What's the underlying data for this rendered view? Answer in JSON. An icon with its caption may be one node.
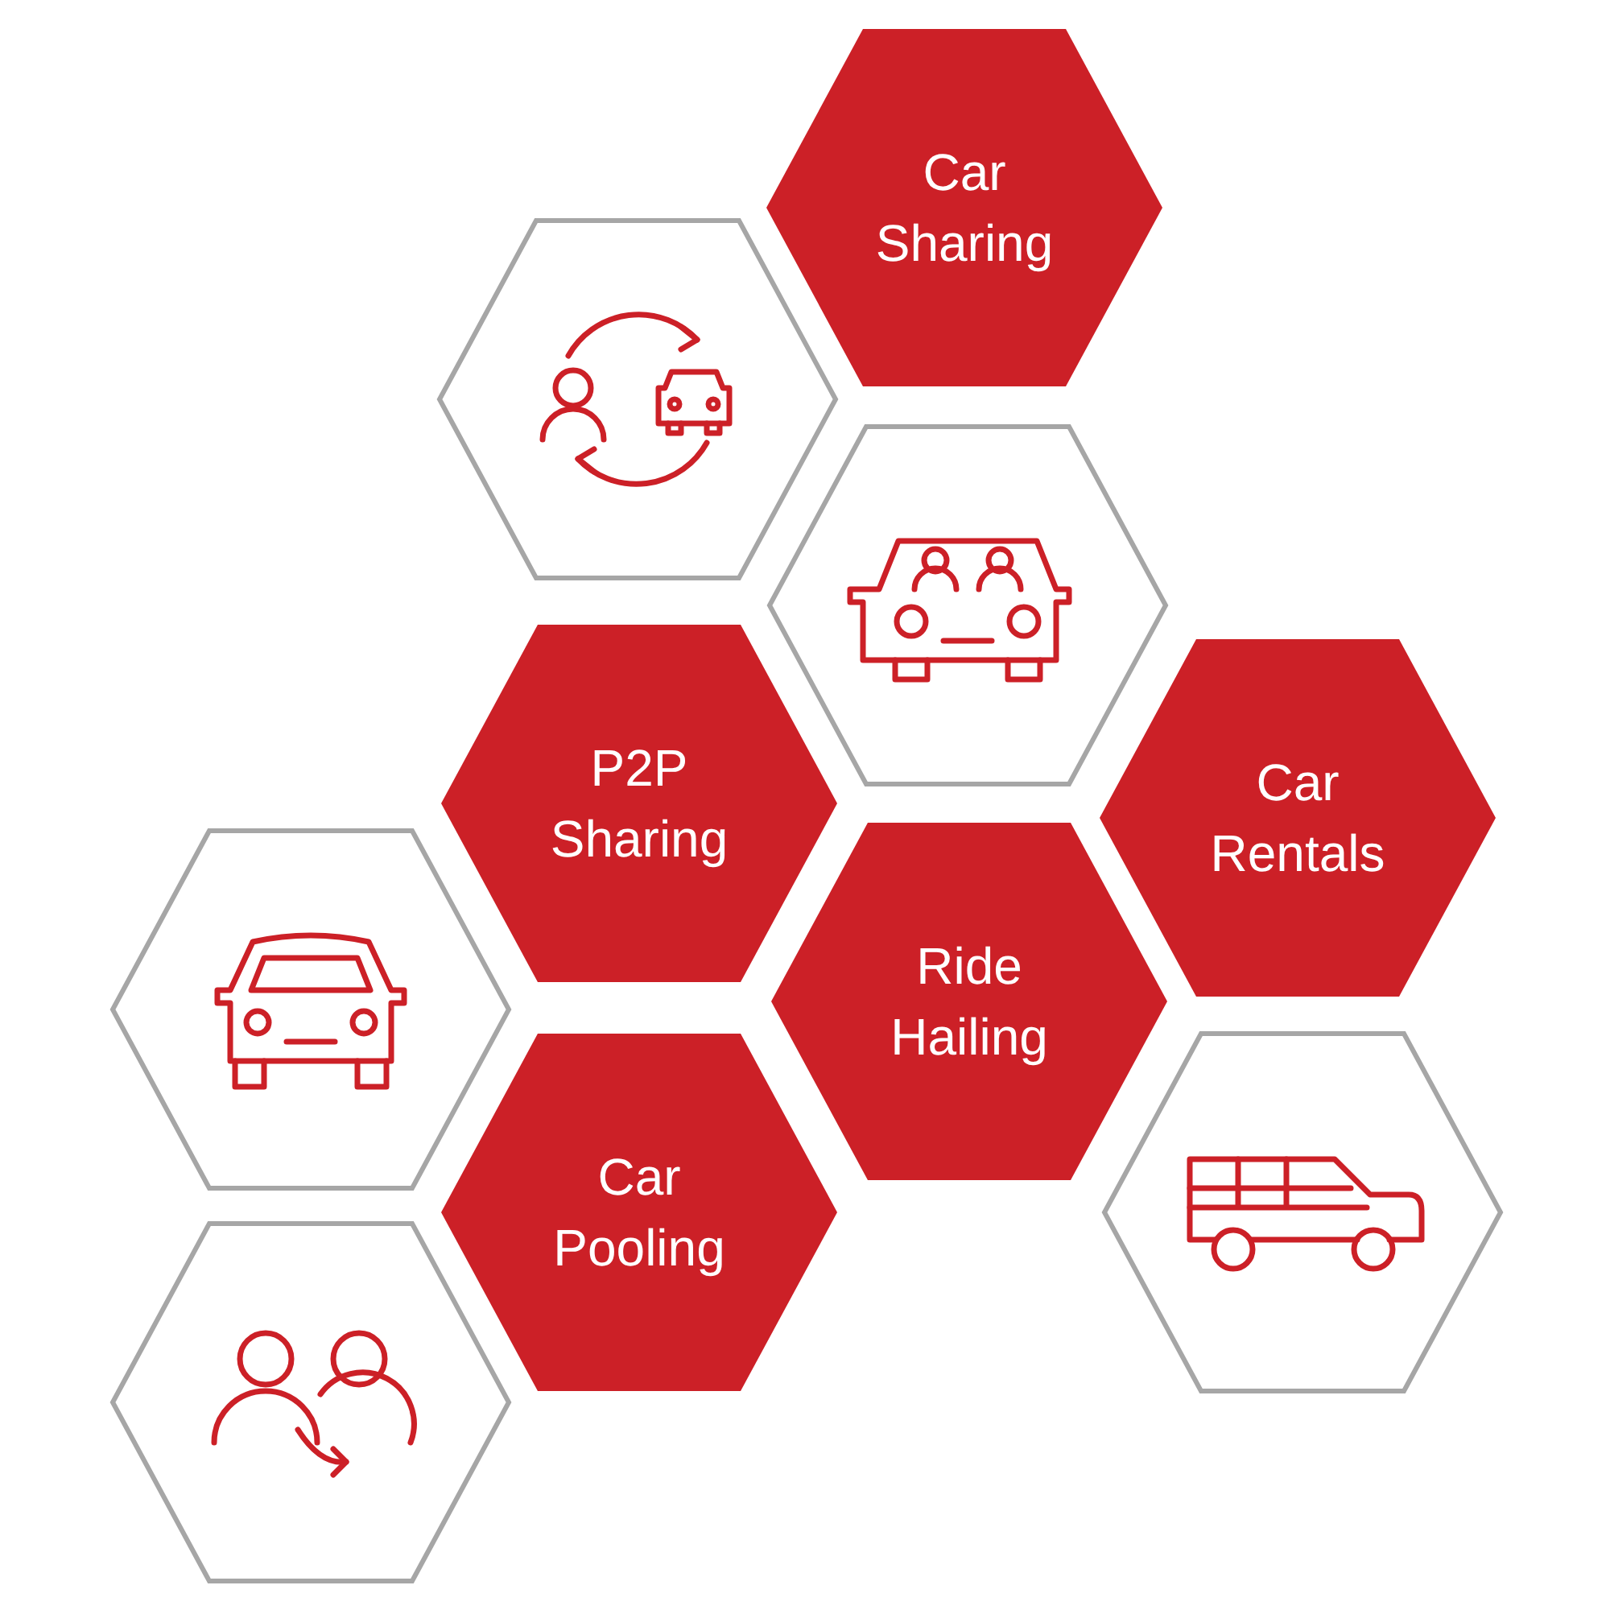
{
  "diagram": {
    "nodes": [
      {
        "text": [
          "Car Sharing"
        ]
      },
      {
        "text": [],
        "shape": "hexagon"
      },
      {
        "text": [],
        "shape": "hexagon"
      },
      {
        "text": [
          "P2P Sharing"
        ]
      },
      {
        "text": [
          "Car Rentals"
        ]
      },
      {
        "text": [],
        "shape": "hexagon"
      },
      {
        "text": [
          "Ride Hailing"
        ]
      },
      {
        "text": [
          "Car Pooling"
        ]
      },
      {
        "text": [],
        "shape": "hexagon"
      },
      {
        "text": [],
        "shape": "hexagon"
      }
    ]
  }
}
